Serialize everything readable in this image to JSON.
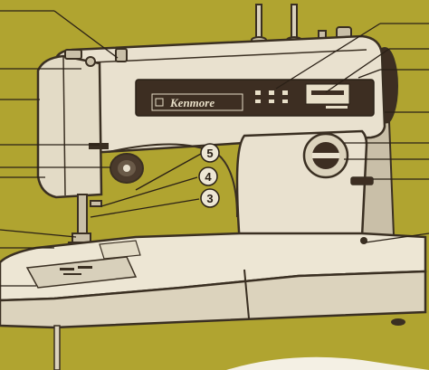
{
  "colors": {
    "background": "#b0a430",
    "machine_body": "#e9e1cf",
    "machine_shadow": "#c9bfa8",
    "outline": "#3a2f22",
    "panel": "#3d2e22",
    "panel_text": "#e8dfc8"
  },
  "brand": {
    "name": "Kenmore"
  },
  "callouts": [
    {
      "id": "5",
      "label": "5"
    },
    {
      "id": "4",
      "label": "4"
    },
    {
      "id": "3",
      "label": "3"
    }
  ]
}
